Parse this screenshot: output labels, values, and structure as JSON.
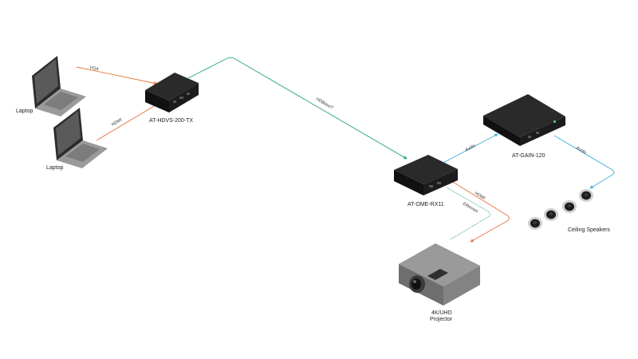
{
  "colors": {
    "orange": "#e8743b",
    "teal": "#2aa38a",
    "blue": "#3ab0d8",
    "device_dark": "#1a1a1a",
    "laptop_gray": "#7d7d7d",
    "projector_gray": "#8a8a8a"
  },
  "devices": {
    "laptop_top": "Laptop",
    "laptop_bottom": "Laptop",
    "transmitter": "AT-HDVS-200-TX",
    "receiver": "AT-OME-RX11",
    "amplifier": "AT-GAIN-120",
    "speakers": "Ceiling Speakers",
    "projector_line1": "4K/UHD",
    "projector_line2": "Projector"
  },
  "connections": {
    "vga": "VGA",
    "hdmi_laptop": "HDMI",
    "hdbaset": "HDBaseT",
    "audio_to_amp": "Audio",
    "audio_to_speakers": "Audio",
    "hdmi_projector": "HDMI",
    "ethernet": "Ethernet"
  }
}
